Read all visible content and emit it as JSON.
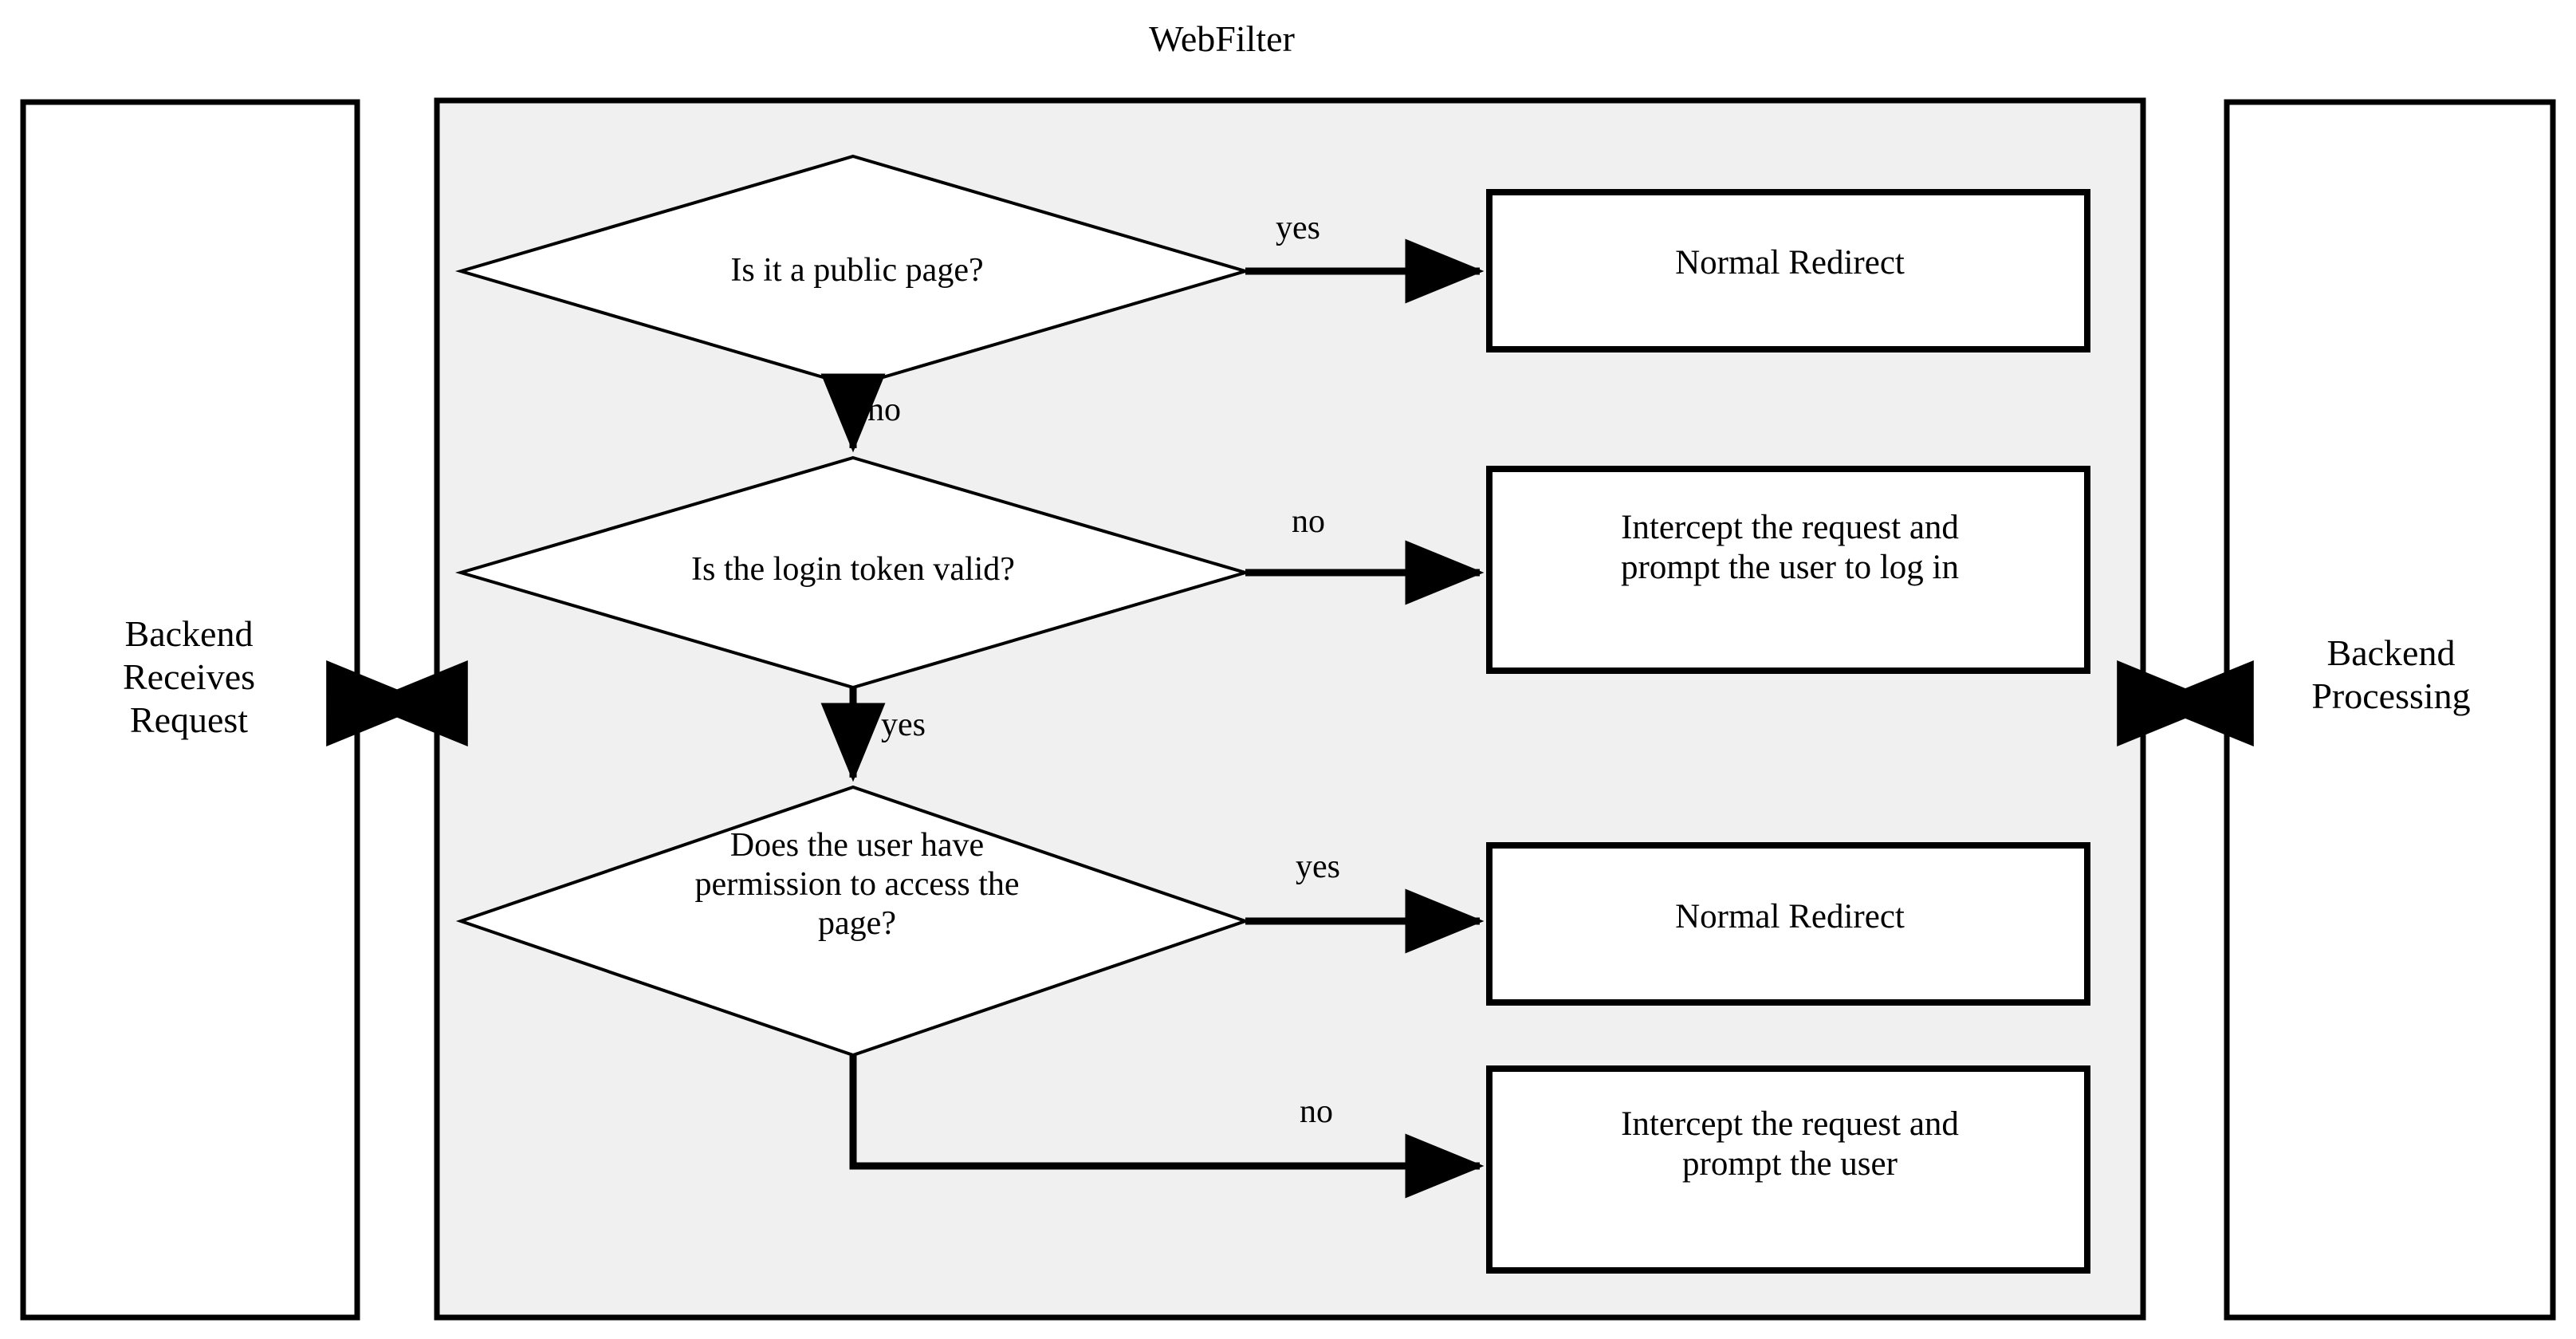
{
  "diagram": {
    "title": "WebFilter",
    "type": "flowchart",
    "background_color": "#ffffff",
    "container_fill": "#f0f0f0",
    "stroke_color": "#000000"
  },
  "left_panel": {
    "label": "Backend\nReceives\nRequest",
    "fill": "#ffffff"
  },
  "right_panel": {
    "label": "Backend\nProcessing",
    "fill": "#ffffff"
  },
  "connectors": {
    "left_bidirectional": "double-arrow-left-panel-to-webfilter",
    "right_bidirectional": "double-arrow-webfilter-to-backend"
  },
  "decisions": [
    {
      "id": "decision-1",
      "label": "Is it a public page?"
    },
    {
      "id": "decision-2",
      "label": "Is the login token valid?"
    },
    {
      "id": "decision-3",
      "label": "Does the user have\npermission to access the\npage?"
    }
  ],
  "actions": [
    {
      "id": "action-1",
      "label": "Normal Redirect"
    },
    {
      "id": "action-2",
      "label": "Intercept the request and\nprompt the user to log in"
    },
    {
      "id": "action-3",
      "label": "Normal Redirect"
    },
    {
      "id": "action-4",
      "label": "Intercept the request and\nprompt the user"
    }
  ],
  "edges": [
    {
      "id": "edge-1",
      "from": "decision-1",
      "to": "action-1",
      "label": "yes"
    },
    {
      "id": "edge-2",
      "from": "decision-1",
      "to": "decision-2",
      "label": "no"
    },
    {
      "id": "edge-3",
      "from": "decision-2",
      "to": "action-2",
      "label": "no"
    },
    {
      "id": "edge-4",
      "from": "decision-2",
      "to": "decision-3",
      "label": "yes"
    },
    {
      "id": "edge-5",
      "from": "decision-3",
      "to": "action-3",
      "label": "yes"
    },
    {
      "id": "edge-6",
      "from": "decision-3",
      "to": "action-4",
      "label": "no"
    }
  ]
}
